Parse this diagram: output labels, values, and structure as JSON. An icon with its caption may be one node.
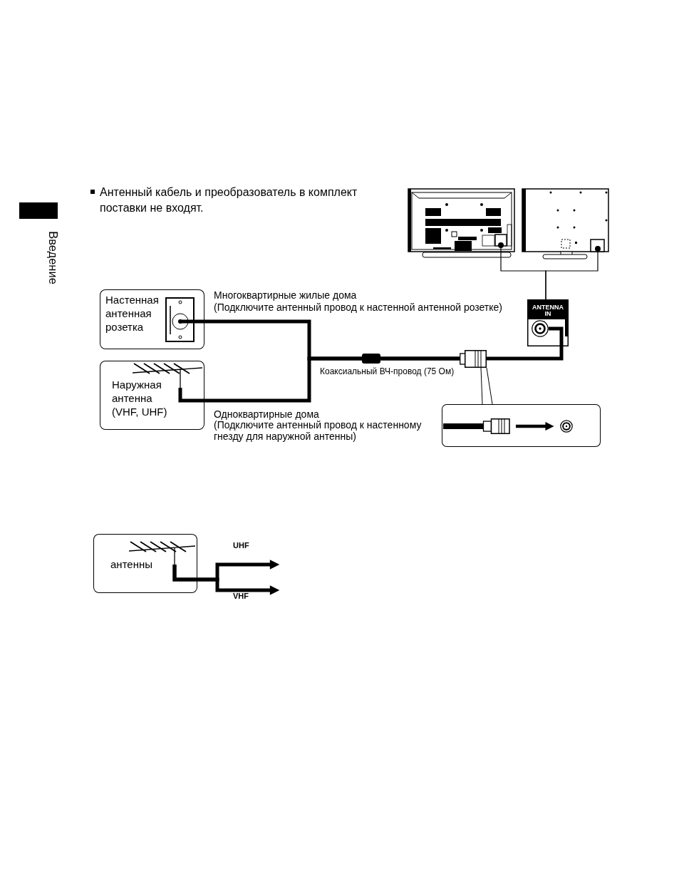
{
  "diagram": {
    "nodes": [
      {
        "text": [],
        "shape": "picture"
      },
      {
        "text": [],
        "shape": "picture"
      },
      {
        "text": [
          "Настенная антенная розетка"
        ]
      },
      {
        "text": [],
        "shape": "picture",
        "in": 2
      },
      {
        "text": [
          "ANTENNA IN"
        ]
      },
      {
        "text": [],
        "shape": "circle",
        "in": 4
      },
      {
        "text": [
          "Наружная антенна (VHF, UHF)"
        ]
      },
      {
        "text": [],
        "shape": "picture",
        "in": 6
      },
      {
        "text": [],
        "shape": "picture"
      },
      {
        "text": [],
        "shape": "box"
      },
      {
        "text": [],
        "shape": "picture",
        "in": 9
      },
      {
        "text": [],
        "shape": "circle",
        "in": 9
      },
      {
        "text": [
          "антенны"
        ]
      },
      {
        "text": [],
        "shape": "picture",
        "in": 12
      }
    ],
    "edges": [
      {
        "from": 3,
        "to": 8,
        "arrow": "none"
      },
      {
        "from": 7,
        "to": 8,
        "arrow": "none"
      },
      {
        "from": 8,
        "to": 5,
        "arrow": "none"
      },
      {
        "from": 0,
        "to": 4,
        "arrow": "none"
      },
      {
        "from": 1,
        "to": 4,
        "arrow": "none"
      },
      {
        "from": 8,
        "to": 9,
        "arrow": "none"
      },
      {
        "from": 10,
        "to": 11,
        "arrow": "to"
      },
      {
        "from": 13,
        "to": null,
        "arrow": "to",
        "label": "UHF"
      },
      {
        "from": 13,
        "to": null,
        "arrow": "to",
        "label": "VHF"
      }
    ],
    "labels": [
      "Антенный кабель и преобразователь в комплект поставки не входят.",
      "Введение",
      "Многоквартирные жилые дома",
      "(Подключите антенный провод к настенной антенной розетке)",
      "Коаксиальный ВЧ-провод (75 Ом)",
      "Одноквартирные дома",
      "(Подключите антенный провод к настенному гнезду для наружной антенны)"
    ]
  }
}
